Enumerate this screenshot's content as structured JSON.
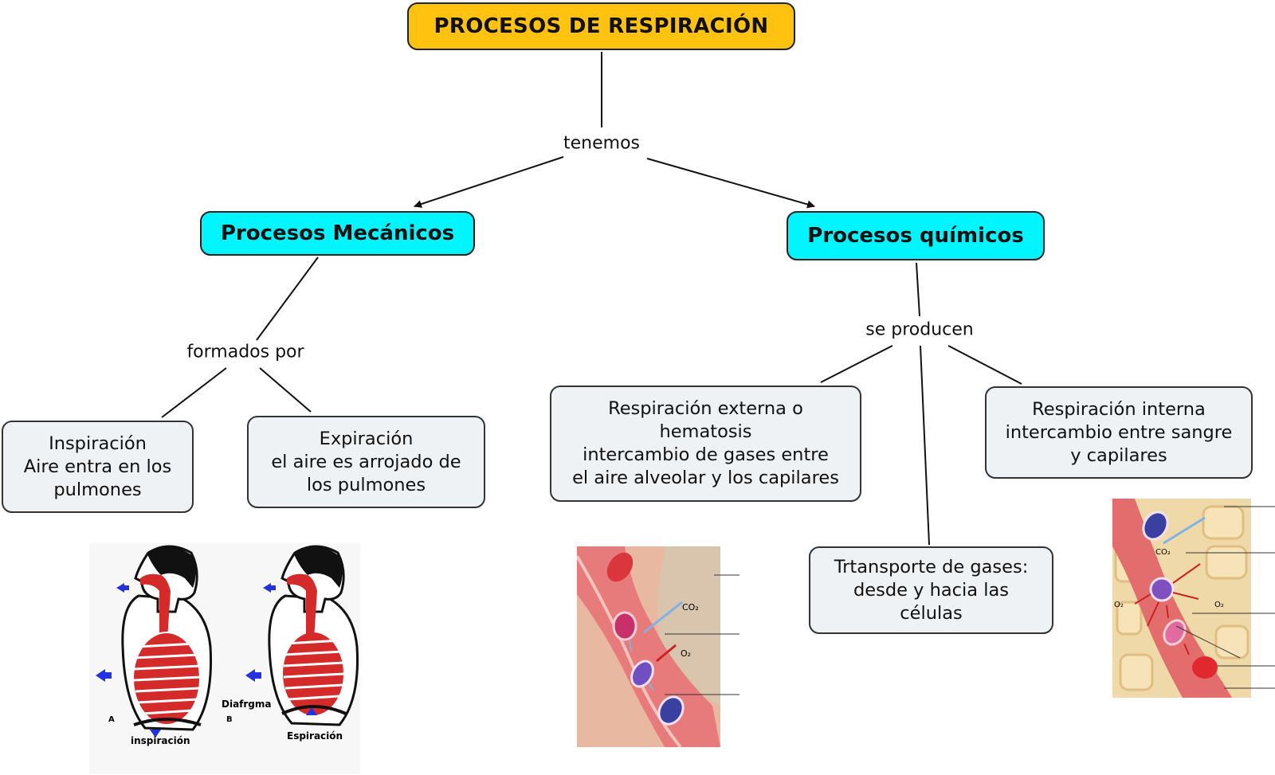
{
  "concept_map": {
    "title": "PROCESOS DE RESPIRACIÓN",
    "link_tenemos": "tenemos",
    "node_mecanicos": "Procesos Mecánicos",
    "node_quimicos": "Procesos químicos",
    "link_formados_por": "formados por",
    "link_se_producen": "se producen",
    "node_inspiracion": "Inspiración\nAire entra en los\npulmones",
    "node_expiracion": "Expiración\nel aire es arrojado de\nlos pulmones",
    "node_resp_externa": "Respiración externa o\nhematosis\nintercambio de gases entre\nel aire alveolar y los capilares",
    "node_resp_interna": "Respiración interna\nintercambio entre sangre\ny capilares",
    "node_transporte": "Trtansporte de gases:\ndesde y hacia las\ncélulas"
  },
  "illustrations": {
    "breathing": {
      "diaphragm_label": "Diafrgma",
      "inspiration_label": "inspiración",
      "expiration_label": "Espiración",
      "letter_a": "A",
      "letter_b": "B"
    },
    "alveolar": {
      "co2_label": "CO₂",
      "o2_label": "O₂"
    },
    "tissue": {
      "co2_label": "CO₂",
      "o2_left_label": "O₂",
      "o2_right_label": "O₂"
    }
  },
  "colors": {
    "title_fill": "#ffc20e",
    "category_fill": "#00f5ff",
    "leaf_fill": "#eef2f5",
    "vessel_red": "#e05a5a",
    "blood_cell": "#d9363e",
    "oxygen_arrow": "#cc2222",
    "co2_arrow": "#7fb2e5",
    "diaphragm_arrow": "#2233dd"
  }
}
